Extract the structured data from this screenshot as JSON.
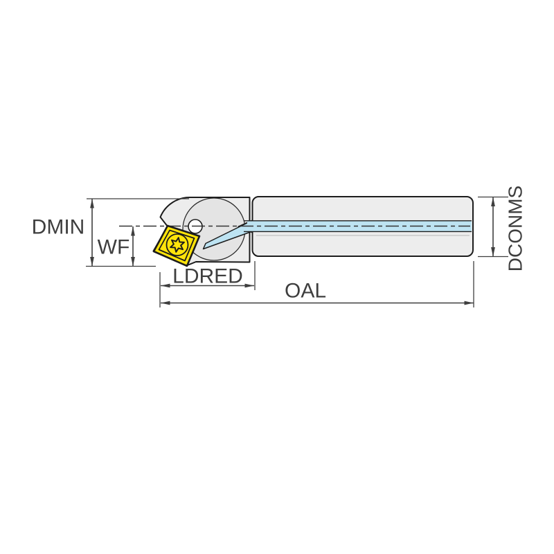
{
  "drawing": {
    "labels": {
      "dmin": "DMIN",
      "wf": "WF",
      "ldred": "LDRED",
      "oal": "OAL",
      "dconms": "DCONMS"
    },
    "colors": {
      "insert_yellow": "#FFE40A",
      "coolant_blue": "#BDE3F2",
      "body_gray": "#EDEDED",
      "boss_gray": "#E4E4E4",
      "wedge_gray": "#6E6E6E",
      "outline_black": "#1C1C1C",
      "dimension_gray": "#3E3E3E",
      "background": "#FFFFFF"
    }
  }
}
